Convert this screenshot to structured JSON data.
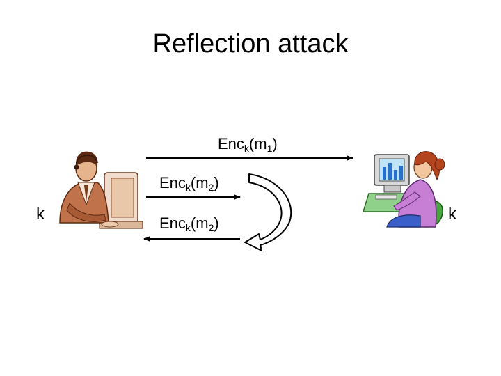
{
  "slide": {
    "title": "Reflection attack"
  },
  "messages": [
    {
      "id": "m1",
      "prefix": "Enc",
      "key_sub": "k",
      "open": "(m",
      "msg_sub": "1",
      "close": ")"
    },
    {
      "id": "m2a",
      "prefix": "Enc",
      "key_sub": "k",
      "open": "(m",
      "msg_sub": "2",
      "close": ")"
    },
    {
      "id": "m2b",
      "prefix": "Enc",
      "key_sub": "k",
      "open": "(m",
      "msg_sub": "2",
      "close": ")"
    }
  ],
  "parties": {
    "left_key": "k",
    "right_key": "k"
  },
  "icons": {
    "left": "man-at-computer-icon",
    "right": "woman-at-computer-icon",
    "reflection": "curved-return-arrow-icon"
  }
}
